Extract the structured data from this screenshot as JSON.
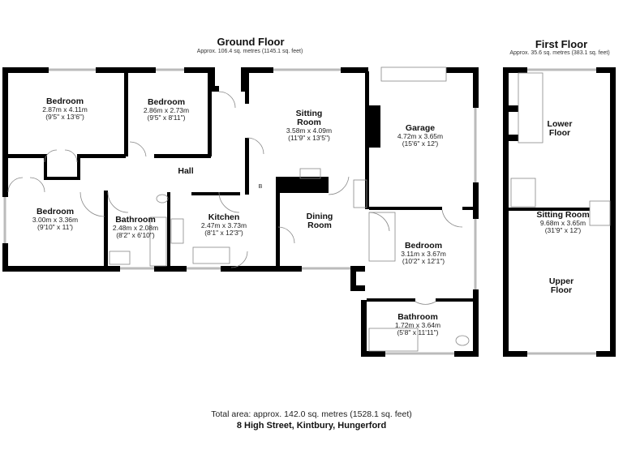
{
  "ground_floor": {
    "title": "Ground Floor",
    "area": "Approx. 106.4 sq. metres (1145.1 sq. feet)",
    "rooms": [
      {
        "name": "Bedroom",
        "metric": "2.87m x 4.11m",
        "imperial": "(9'5\" x 13'6\")"
      },
      {
        "name": "Bedroom",
        "metric": "2.86m x 2.73m",
        "imperial": "(9'5\" x 8'11\")"
      },
      {
        "name": "Sitting Room",
        "metric": "3.58m x 4.09m",
        "imperial": "(11'9\" x 13'5\")"
      },
      {
        "name": "Garage",
        "metric": "4.72m x 3.65m",
        "imperial": "(15'6\" x 12')"
      },
      {
        "name": "Hall"
      },
      {
        "name": "Bedroom",
        "metric": "3.00m x 3.36m",
        "imperial": "(9'10\" x 11')"
      },
      {
        "name": "Bathroom",
        "metric": "2.48m x 2.08m",
        "imperial": "(8'2\" x 6'10\")"
      },
      {
        "name": "Kitchen",
        "metric": "2.47m x 3.73m",
        "imperial": "(8'1\" x 12'3\")"
      },
      {
        "name": "Dining Room"
      },
      {
        "name": "Bedroom",
        "metric": "3.11m x 3.67m",
        "imperial": "(10'2\" x 12'1\")"
      },
      {
        "name": "Bathroom",
        "metric": "1.72m x 3.64m",
        "imperial": "(5'8\" x 11'11\")"
      }
    ],
    "boiler_label": "B"
  },
  "first_floor": {
    "title": "First Floor",
    "area": "Approx. 35.6 sq. metres (383.1 sq. feet)",
    "rooms": [
      {
        "name": "Lower Floor"
      },
      {
        "name": "Sitting Room",
        "metric": "9.68m x 3.65m",
        "imperial": "(31'9\" x 12')"
      },
      {
        "name": "Upper Floor"
      }
    ]
  },
  "footer": {
    "total_area": "Total area: approx. 142.0 sq. metres (1528.1 sq. feet)",
    "address": "8 High Street, Kintbury, Hungerford"
  },
  "colors": {
    "wall": "#000000",
    "window": "#bbbbbb"
  }
}
